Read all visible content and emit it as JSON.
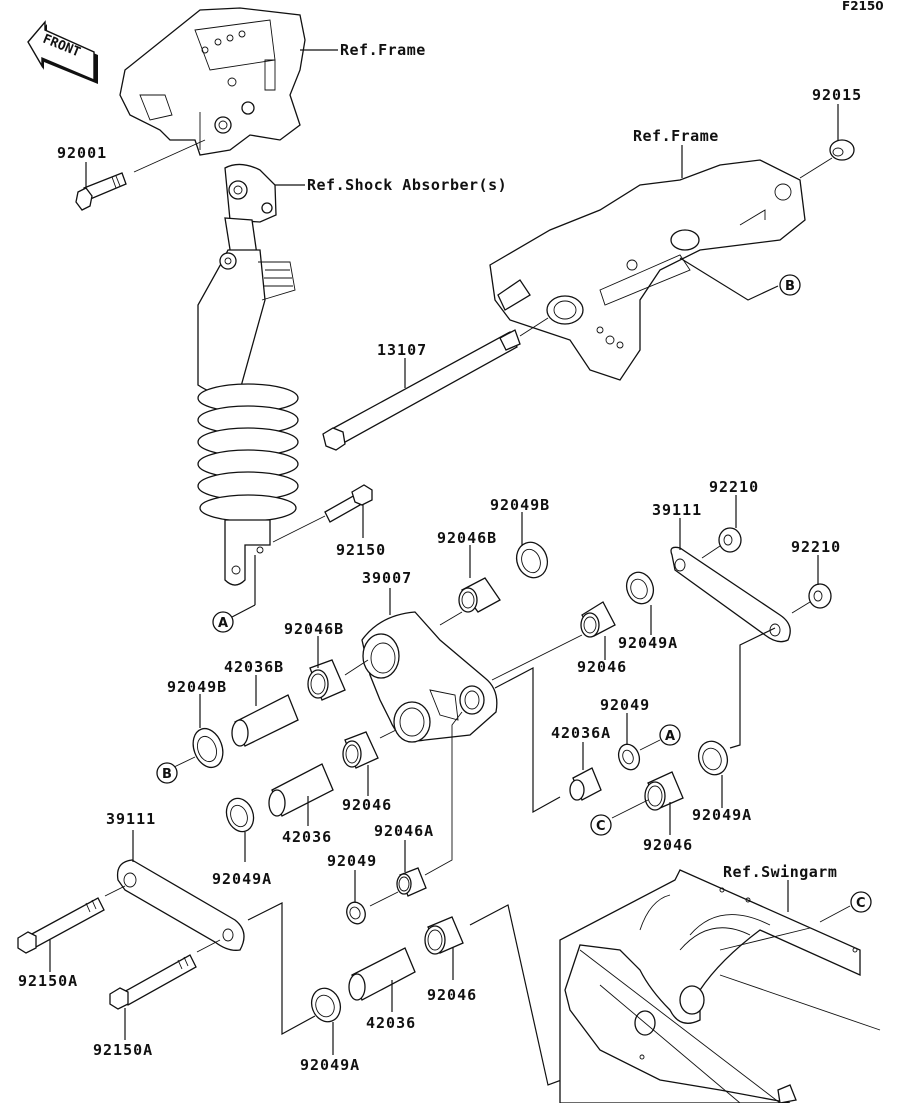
{
  "diagram": {
    "code": "F2150",
    "front_label": "FRONT",
    "references": {
      "frame_top": "Ref.Frame",
      "frame_right": "Ref.Frame",
      "shock_absorber": "Ref.Shock Absorber(s)",
      "swingarm": "Ref.Swingarm"
    },
    "callouts": {
      "A": "A",
      "B": "B",
      "C": "C"
    },
    "parts": {
      "p92001": "92001",
      "p92015": "92015",
      "p13107": "13107",
      "p92150": "92150",
      "p92049B_top": "92049B",
      "p92046B_top": "92046B",
      "p39007": "39007",
      "p39111_right": "39111",
      "p92210_a": "92210",
      "p92210_b": "92210",
      "p92046B_left": "92046B",
      "p42036B": "42036B",
      "p92049B_left": "92049B",
      "p92046_mid": "92046",
      "p92049A_mid": "92049A",
      "p92049_right": "92049",
      "p42036A": "42036A",
      "p92046_left": "92046",
      "p42036_left": "42036",
      "p92049A_right": "92049A",
      "p92046_right": "92046",
      "p39111_left": "39111",
      "p92049A_left": "92049A",
      "p92046A": "92046A",
      "p92049_lower": "92049",
      "p92150A_a": "92150A",
      "p92150A_b": "92150A",
      "p42036_lower": "42036",
      "p92046_lower": "92046",
      "p92049A_lower": "92049A"
    }
  }
}
